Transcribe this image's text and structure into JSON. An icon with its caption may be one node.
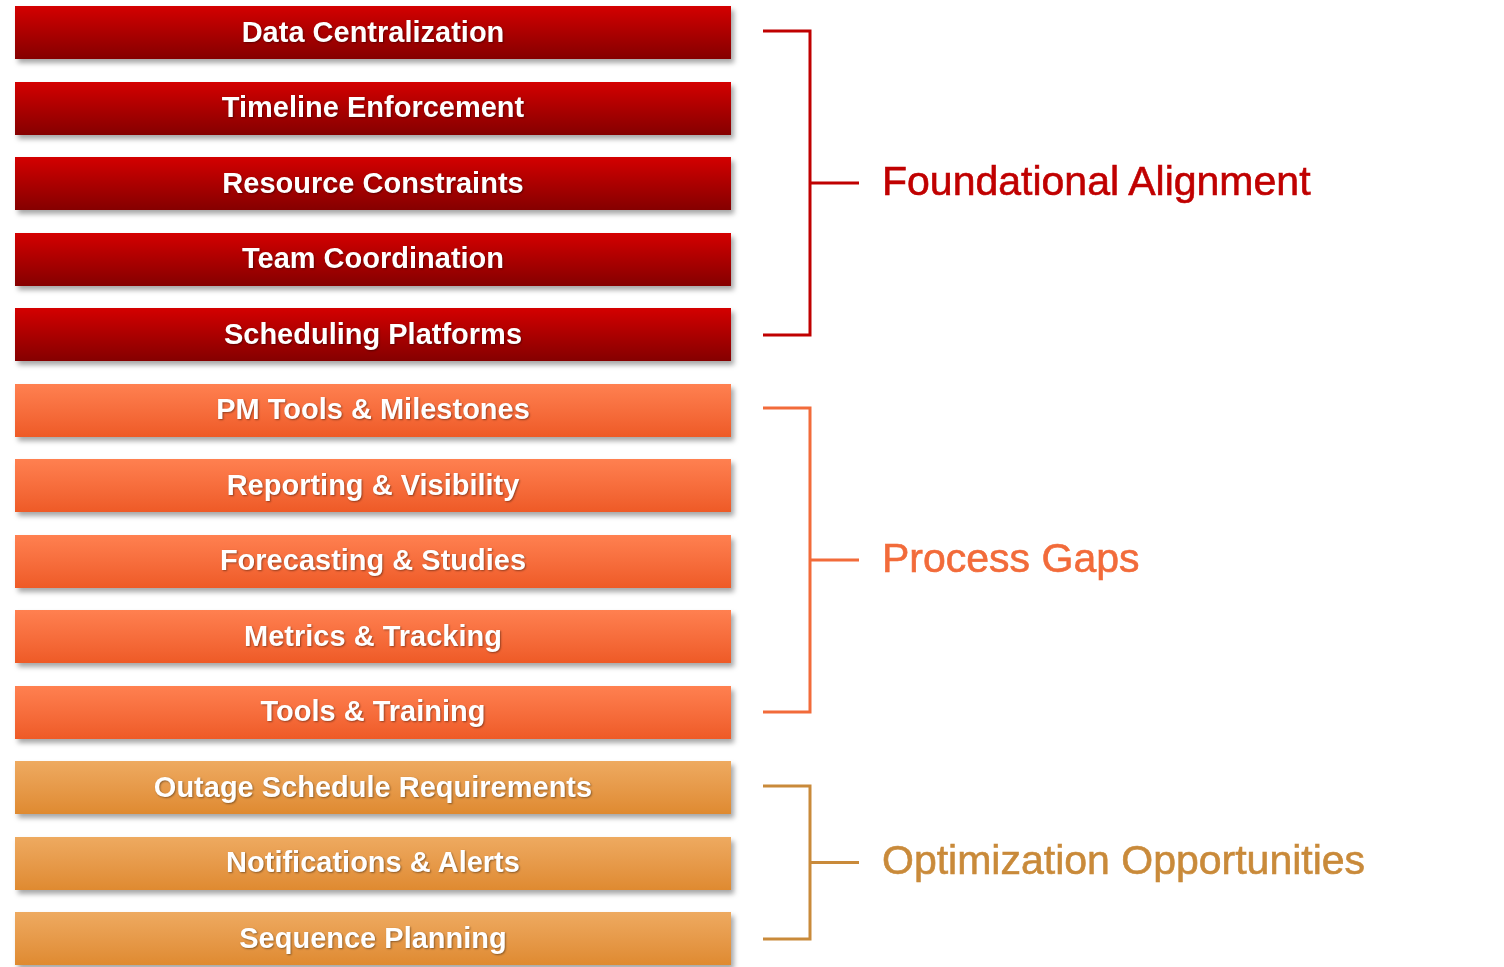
{
  "diagram": {
    "nodes": [
      {
        "text": [
          "Data Centralization"
        ]
      },
      {
        "text": [
          "Timeline Enforcement"
        ]
      },
      {
        "text": [
          "Resource Constraints"
        ]
      },
      {
        "text": [
          "Team Coordination"
        ]
      },
      {
        "text": [
          "Scheduling Platforms"
        ]
      },
      {
        "text": [
          "PM Tools & Milestones"
        ]
      },
      {
        "text": [
          "Reporting & Visibility"
        ]
      },
      {
        "text": [
          "Forecasting & Studies"
        ]
      },
      {
        "text": [
          "Metrics & Tracking"
        ]
      },
      {
        "text": [
          "Tools & Training"
        ]
      },
      {
        "text": [
          "Outage Schedule Requirements"
        ]
      },
      {
        "text": [
          "Notifications & Alerts"
        ]
      },
      {
        "text": [
          "Sequence Planning"
        ]
      }
    ],
    "labels": [
      "Foundational Alignment",
      "Process Gaps",
      "Optimization Opportunities"
    ]
  }
}
